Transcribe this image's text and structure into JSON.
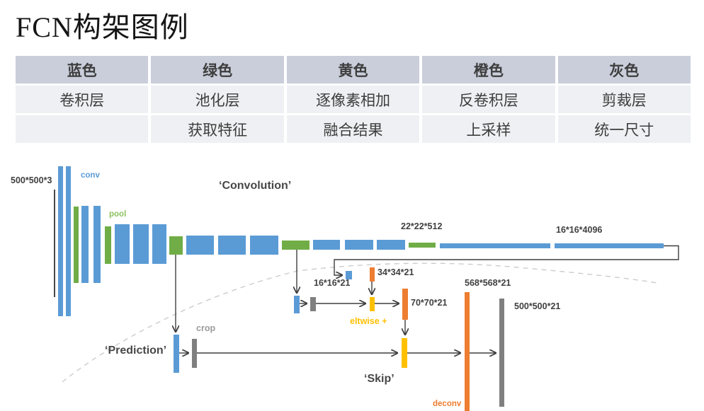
{
  "title": "FCN构架图例",
  "legend_table": {
    "headers": [
      {
        "label": "蓝色",
        "color": "#2283C5"
      },
      {
        "label": "绿色",
        "color": "#92D050"
      },
      {
        "label": "黄色",
        "color": "#FFC000"
      },
      {
        "label": "橙色",
        "color": "#ED7D31"
      },
      {
        "label": "灰色",
        "color": "#A3A3A3"
      }
    ],
    "rows": [
      [
        "卷积层",
        "池化层",
        "逐像素相加",
        "反卷积层",
        "剪裁层"
      ],
      [
        "",
        "获取特征",
        "融合结果",
        "上采样",
        "统一尺寸"
      ]
    ]
  },
  "diagram": {
    "labels": {
      "input_size": "500*500*3",
      "conv": "conv",
      "pool": "pool",
      "convolution": "‘Convolution’",
      "size_22": "22*22*512",
      "size_4096": "16*16*4096",
      "size_16": "16*16*21",
      "size_34": "34*34*21",
      "size_568": "568*568*21",
      "size_70": "70*70*21",
      "size_500": "500*500*21",
      "crop": "crop",
      "prediction": "‘Prediction’",
      "eltwise": "eltwise +",
      "skip": "‘Skip’",
      "deconv": "deconv"
    },
    "colors": {
      "conv_blue": "#5B9BD5",
      "pool_green": "#70AD47",
      "eltwise_yellow": "#FFC000",
      "deconv_orange": "#ED7D31",
      "crop_gray": "#7F7F7F",
      "wire": "#3F3F3F",
      "dashed_curve": "#CCCCCC"
    }
  }
}
